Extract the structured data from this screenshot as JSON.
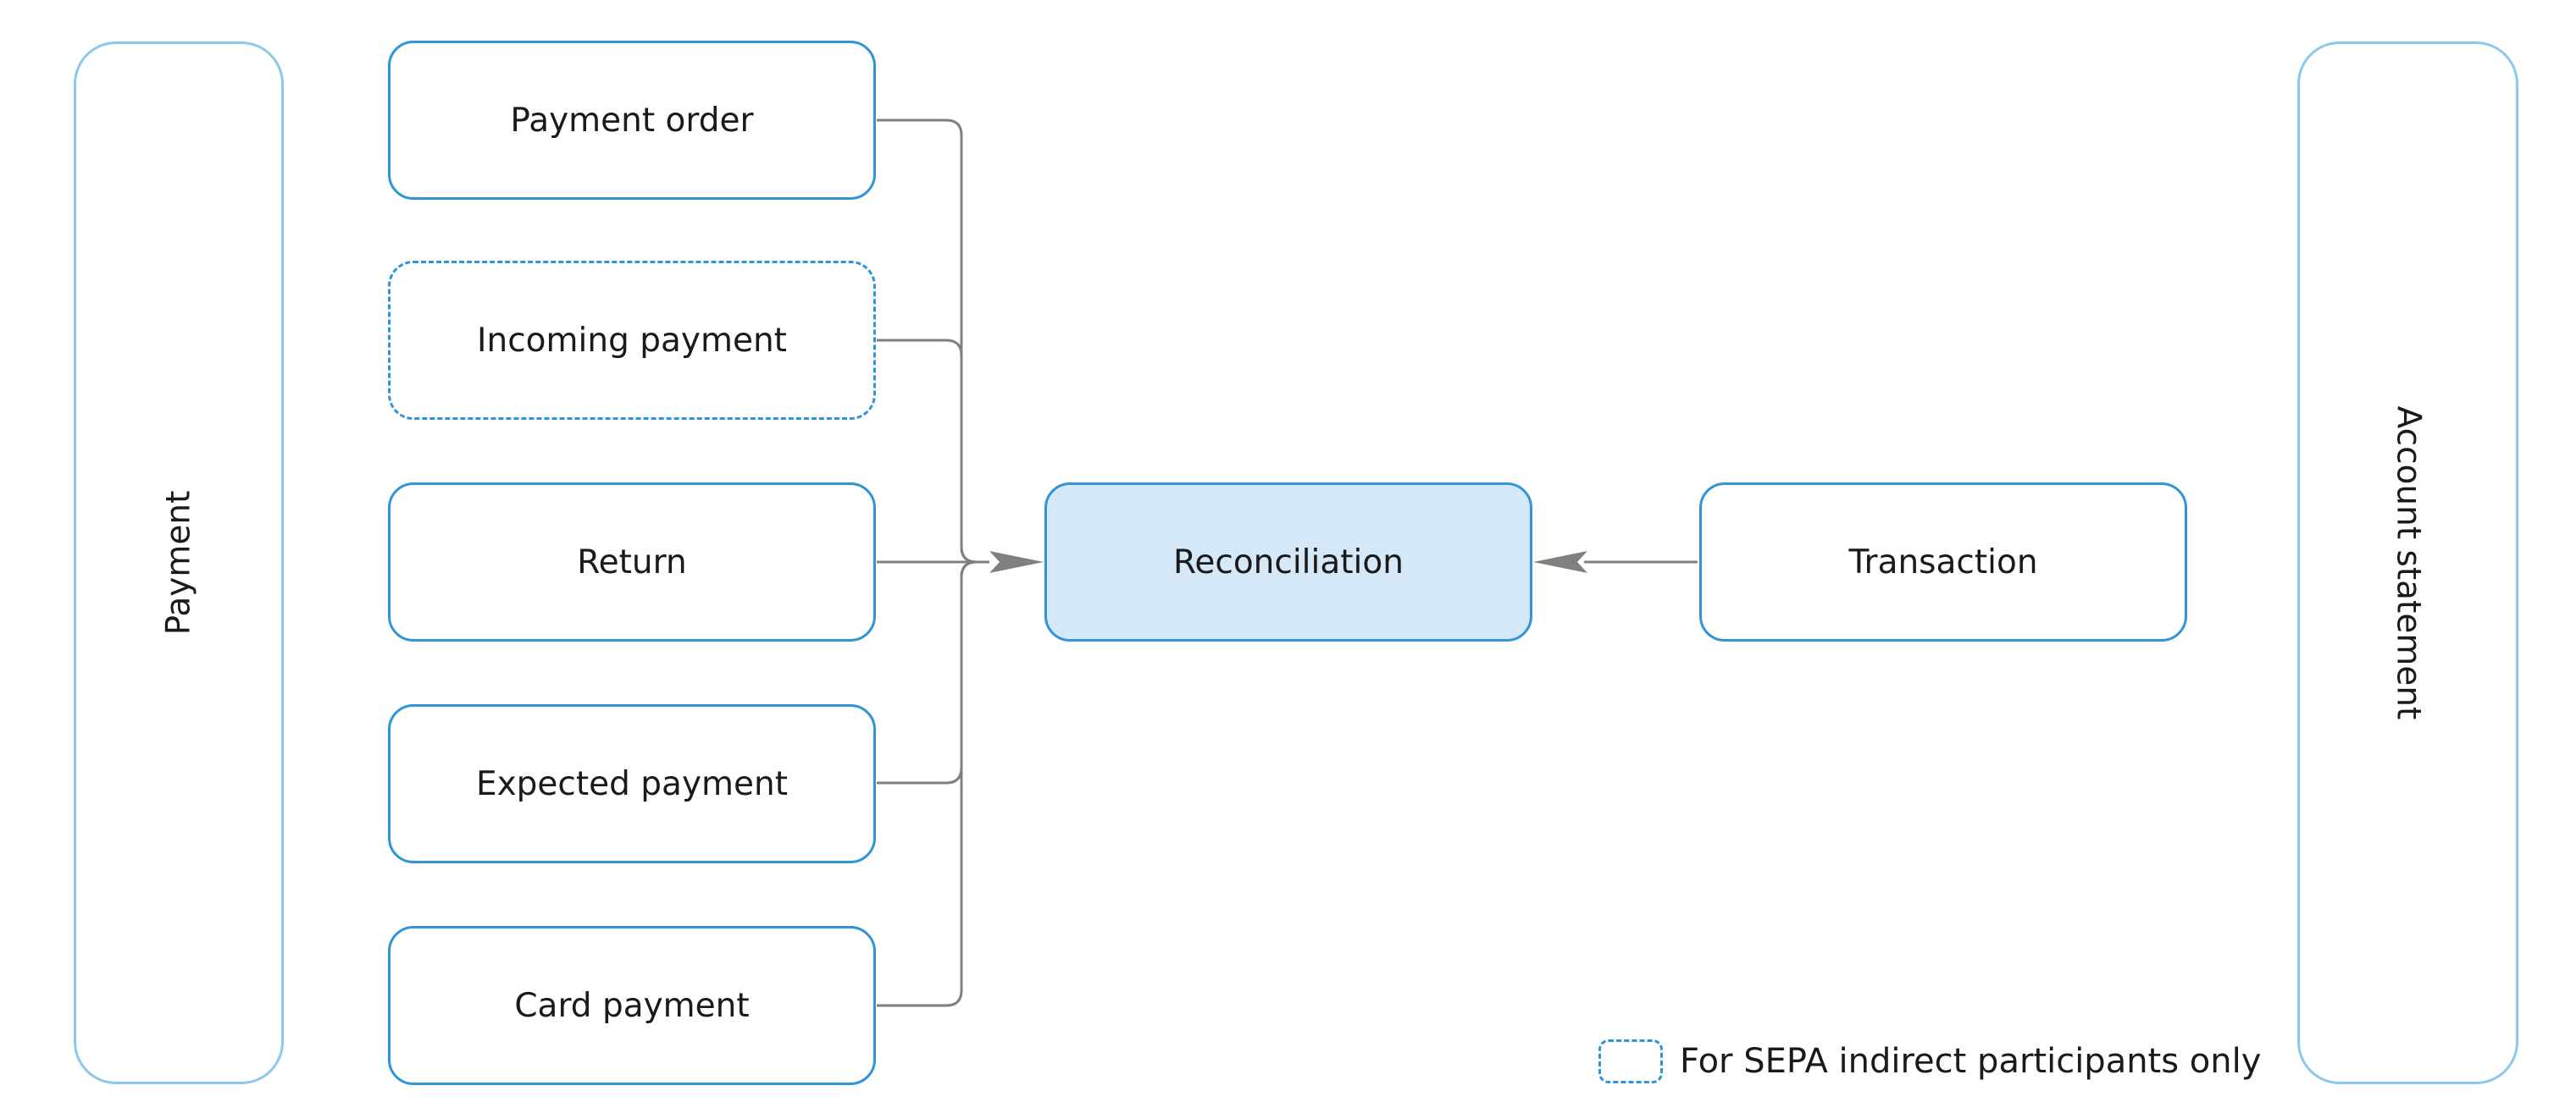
{
  "groups": {
    "left": "Payment",
    "right": "Account statement"
  },
  "sources": [
    {
      "label": "Payment order",
      "style": "solid"
    },
    {
      "label": "Incoming payment",
      "style": "dashed"
    },
    {
      "label": "Return",
      "style": "solid"
    },
    {
      "label": "Expected payment",
      "style": "solid"
    },
    {
      "label": "Card payment",
      "style": "solid"
    }
  ],
  "center": {
    "label": "Reconciliation"
  },
  "transaction": {
    "label": "Transaction"
  },
  "legend": {
    "label": "For SEPA indirect participants only"
  },
  "colors": {
    "node_border": "#2f95d7",
    "group_border": "#8cc8ee",
    "highlight_fill": "#d5e8f7",
    "connector": "#808080"
  }
}
